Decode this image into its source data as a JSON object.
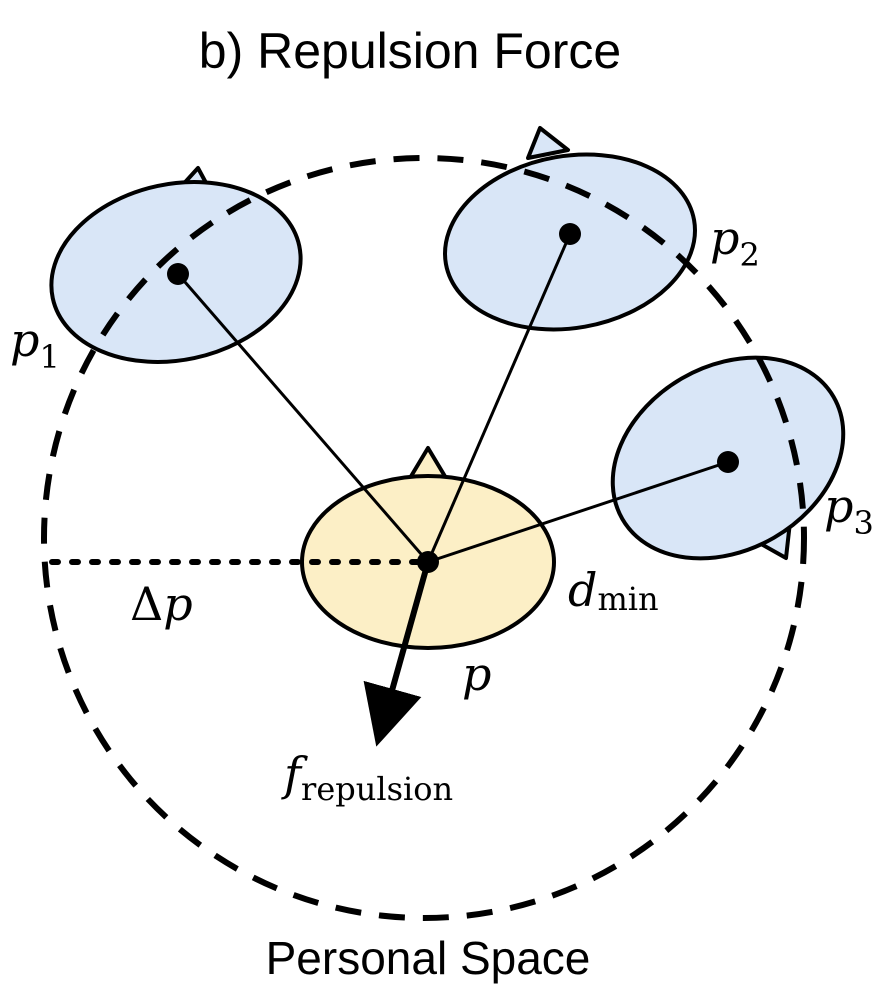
{
  "title": "b) Repulsion Force",
  "caption": "Personal Space",
  "labels": {
    "p1": {
      "main": "p",
      "sub": "1"
    },
    "p2": {
      "main": "p",
      "sub": "2"
    },
    "p3": {
      "main": "p",
      "sub": "3"
    },
    "p": {
      "main": "p"
    },
    "delta_p": {
      "delta": "Δ",
      "main": "p"
    },
    "d_min": {
      "main": "d",
      "sub": "min"
    },
    "f_repulsion": {
      "main": "f",
      "sub": "repulsion"
    }
  },
  "colors": {
    "neighbor_fill": "#d9e6f7",
    "self_fill": "#fcefc6",
    "stroke": "#000000"
  }
}
